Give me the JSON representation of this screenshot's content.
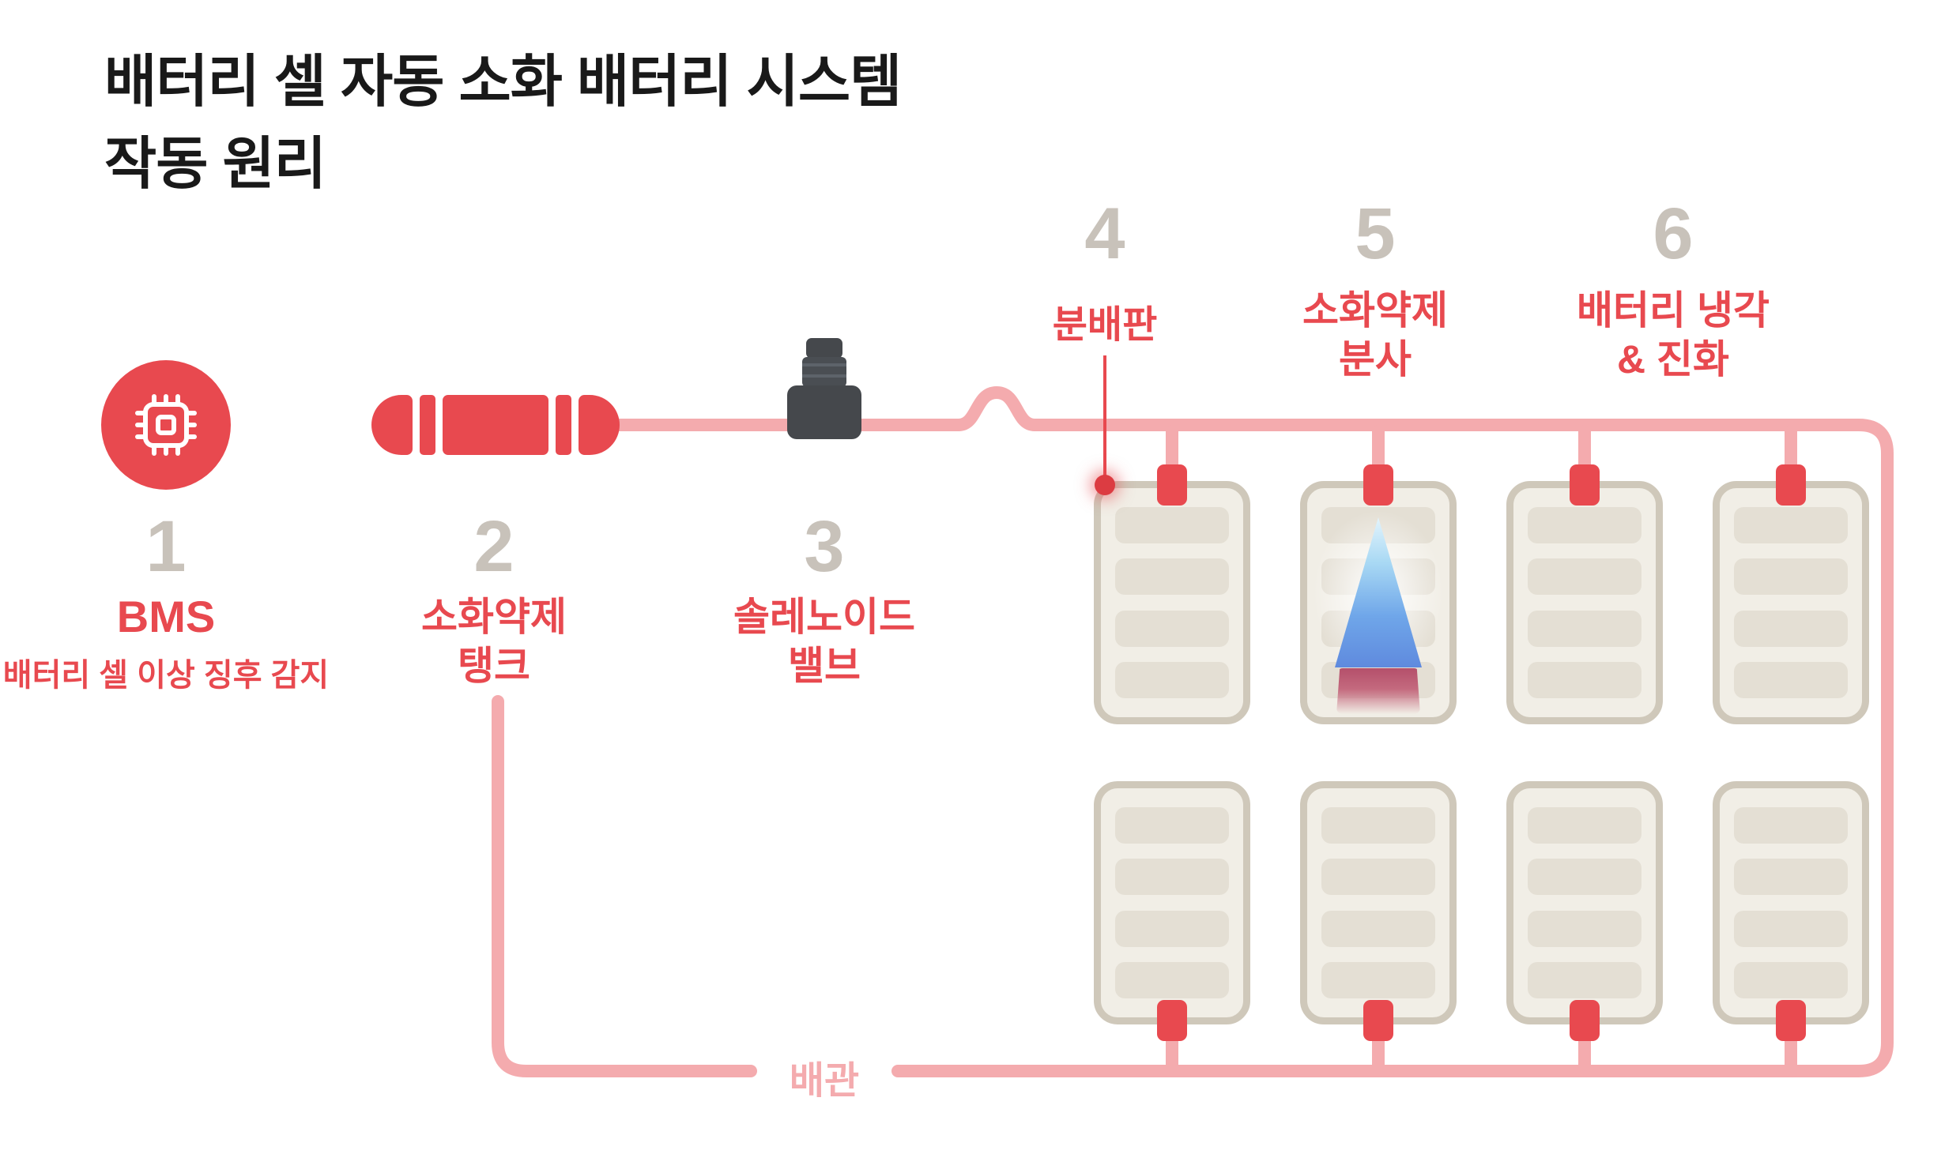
{
  "title": {
    "line1": "배터리 셀 자동 소화 배터리 시스템",
    "line2": "작동 원리"
  },
  "steps": {
    "s1": {
      "num": "1",
      "label": "BMS",
      "sub": "배터리 셀 이상 징후 감지"
    },
    "s2": {
      "num": "2",
      "line1": "소화약제",
      "line2": "탱크"
    },
    "s3": {
      "num": "3",
      "line1": "솔레노이드",
      "line2": "밸브"
    },
    "s4": {
      "num": "4",
      "label": "분배판"
    },
    "s5": {
      "num": "5",
      "line1": "소화약제",
      "line2": "분사"
    },
    "s6": {
      "num": "6",
      "line1": "배터리 냉각",
      "line2": "& 진화"
    }
  },
  "pipe": {
    "label": "배관"
  },
  "colors": {
    "accent_red": "#e8494f",
    "pipe_pink": "#f4abae",
    "number_gray": "#c8c2ba",
    "cell_border": "#cfc8ba",
    "cell_fill": "#f1eee6",
    "valve_dark": "#45484c",
    "spray_blue": "#6fa6e9",
    "spray_red": "#b4506b"
  }
}
